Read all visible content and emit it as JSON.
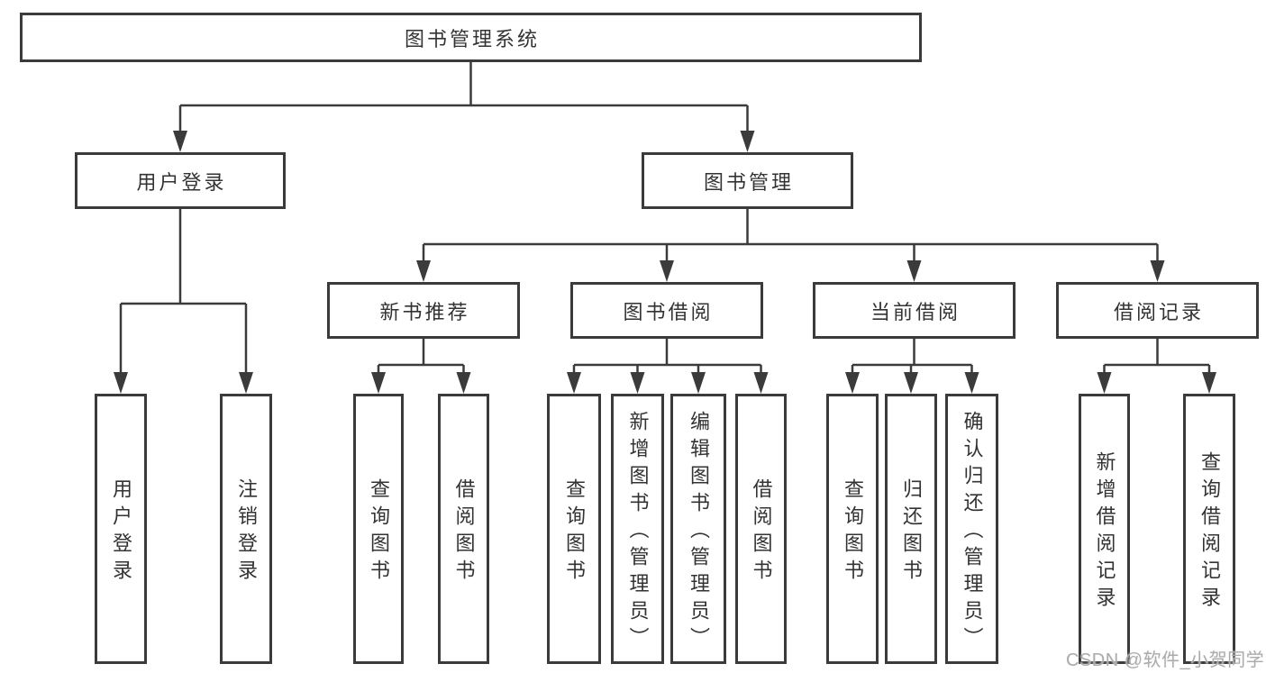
{
  "tree": {
    "root": {
      "label": "图书管理系统"
    },
    "branches": [
      {
        "label": "用户登录",
        "children": [
          {
            "label": "用户登录"
          },
          {
            "label": "注销登录"
          }
        ]
      },
      {
        "label": "图书管理",
        "children": [
          {
            "label": "新书推荐",
            "children": [
              {
                "label": "查询图书"
              },
              {
                "label": "借阅图书"
              }
            ]
          },
          {
            "label": "图书借阅",
            "children": [
              {
                "label": "查询图书"
              },
              {
                "label": "新增图书（管理员）"
              },
              {
                "label": "编辑图书（管理员）"
              },
              {
                "label": "借阅图书"
              }
            ]
          },
          {
            "label": "当前借阅",
            "children": [
              {
                "label": "查询图书"
              },
              {
                "label": "归还图书"
              },
              {
                "label": "确认归还（管理员）"
              }
            ]
          },
          {
            "label": "借阅记录",
            "children": [
              {
                "label": "新增借阅记录"
              },
              {
                "label": "查询借阅记录"
              }
            ]
          }
        ]
      }
    ]
  },
  "watermark": "CSDN @软件_小贺同学",
  "colors": {
    "line": "#3b3b3b",
    "text": "#333333",
    "watermark": "#ababab",
    "background": "#ffffff"
  }
}
